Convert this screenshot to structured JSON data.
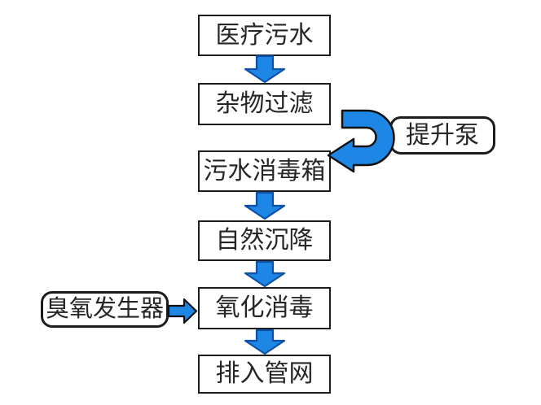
{
  "diagram": {
    "type": "flowchart",
    "nodes": [
      {
        "id": "medical-wastewater",
        "label": "医疗污水",
        "shape": "rect"
      },
      {
        "id": "debris-filter",
        "label": "杂物过滤",
        "shape": "rect"
      },
      {
        "id": "sewage-disinfection-tank",
        "label": "污水消毒箱",
        "shape": "rect"
      },
      {
        "id": "natural-sedimentation",
        "label": "自然沉降",
        "shape": "rect"
      },
      {
        "id": "oxidation-disinfection",
        "label": "氧化消毒",
        "shape": "rect"
      },
      {
        "id": "discharge-to-pipe-network",
        "label": "排入管网",
        "shape": "rect"
      },
      {
        "id": "lift-pump",
        "label": "提升泵",
        "shape": "rounded"
      },
      {
        "id": "ozone-generator",
        "label": "臭氧发生器",
        "shape": "rounded"
      }
    ],
    "edges": [
      {
        "from": "医疗污水",
        "to": "杂物过滤",
        "style": "block-arrow-down"
      },
      {
        "from": "杂物过滤",
        "to": "污水消毒箱",
        "style": "u-turn-block-arrow",
        "via_label": "提升泵"
      },
      {
        "from": "污水消毒箱",
        "to": "自然沉降",
        "style": "block-arrow-down"
      },
      {
        "from": "自然沉降",
        "to": "氧化消毒",
        "style": "block-arrow-down"
      },
      {
        "from": "臭氧发生器",
        "to": "氧化消毒",
        "style": "block-arrow-right"
      },
      {
        "from": "氧化消毒",
        "to": "排入管网",
        "style": "block-arrow-down"
      }
    ],
    "colors": {
      "arrow_fill": "#1E87E5",
      "down_arrow_outline": "#0D50A5",
      "connector_outline": "#111111",
      "box_border": "#1C1C1C",
      "box_fill": "#FFFFFF",
      "text": "#262626",
      "background": "#FFFFFF"
    }
  }
}
